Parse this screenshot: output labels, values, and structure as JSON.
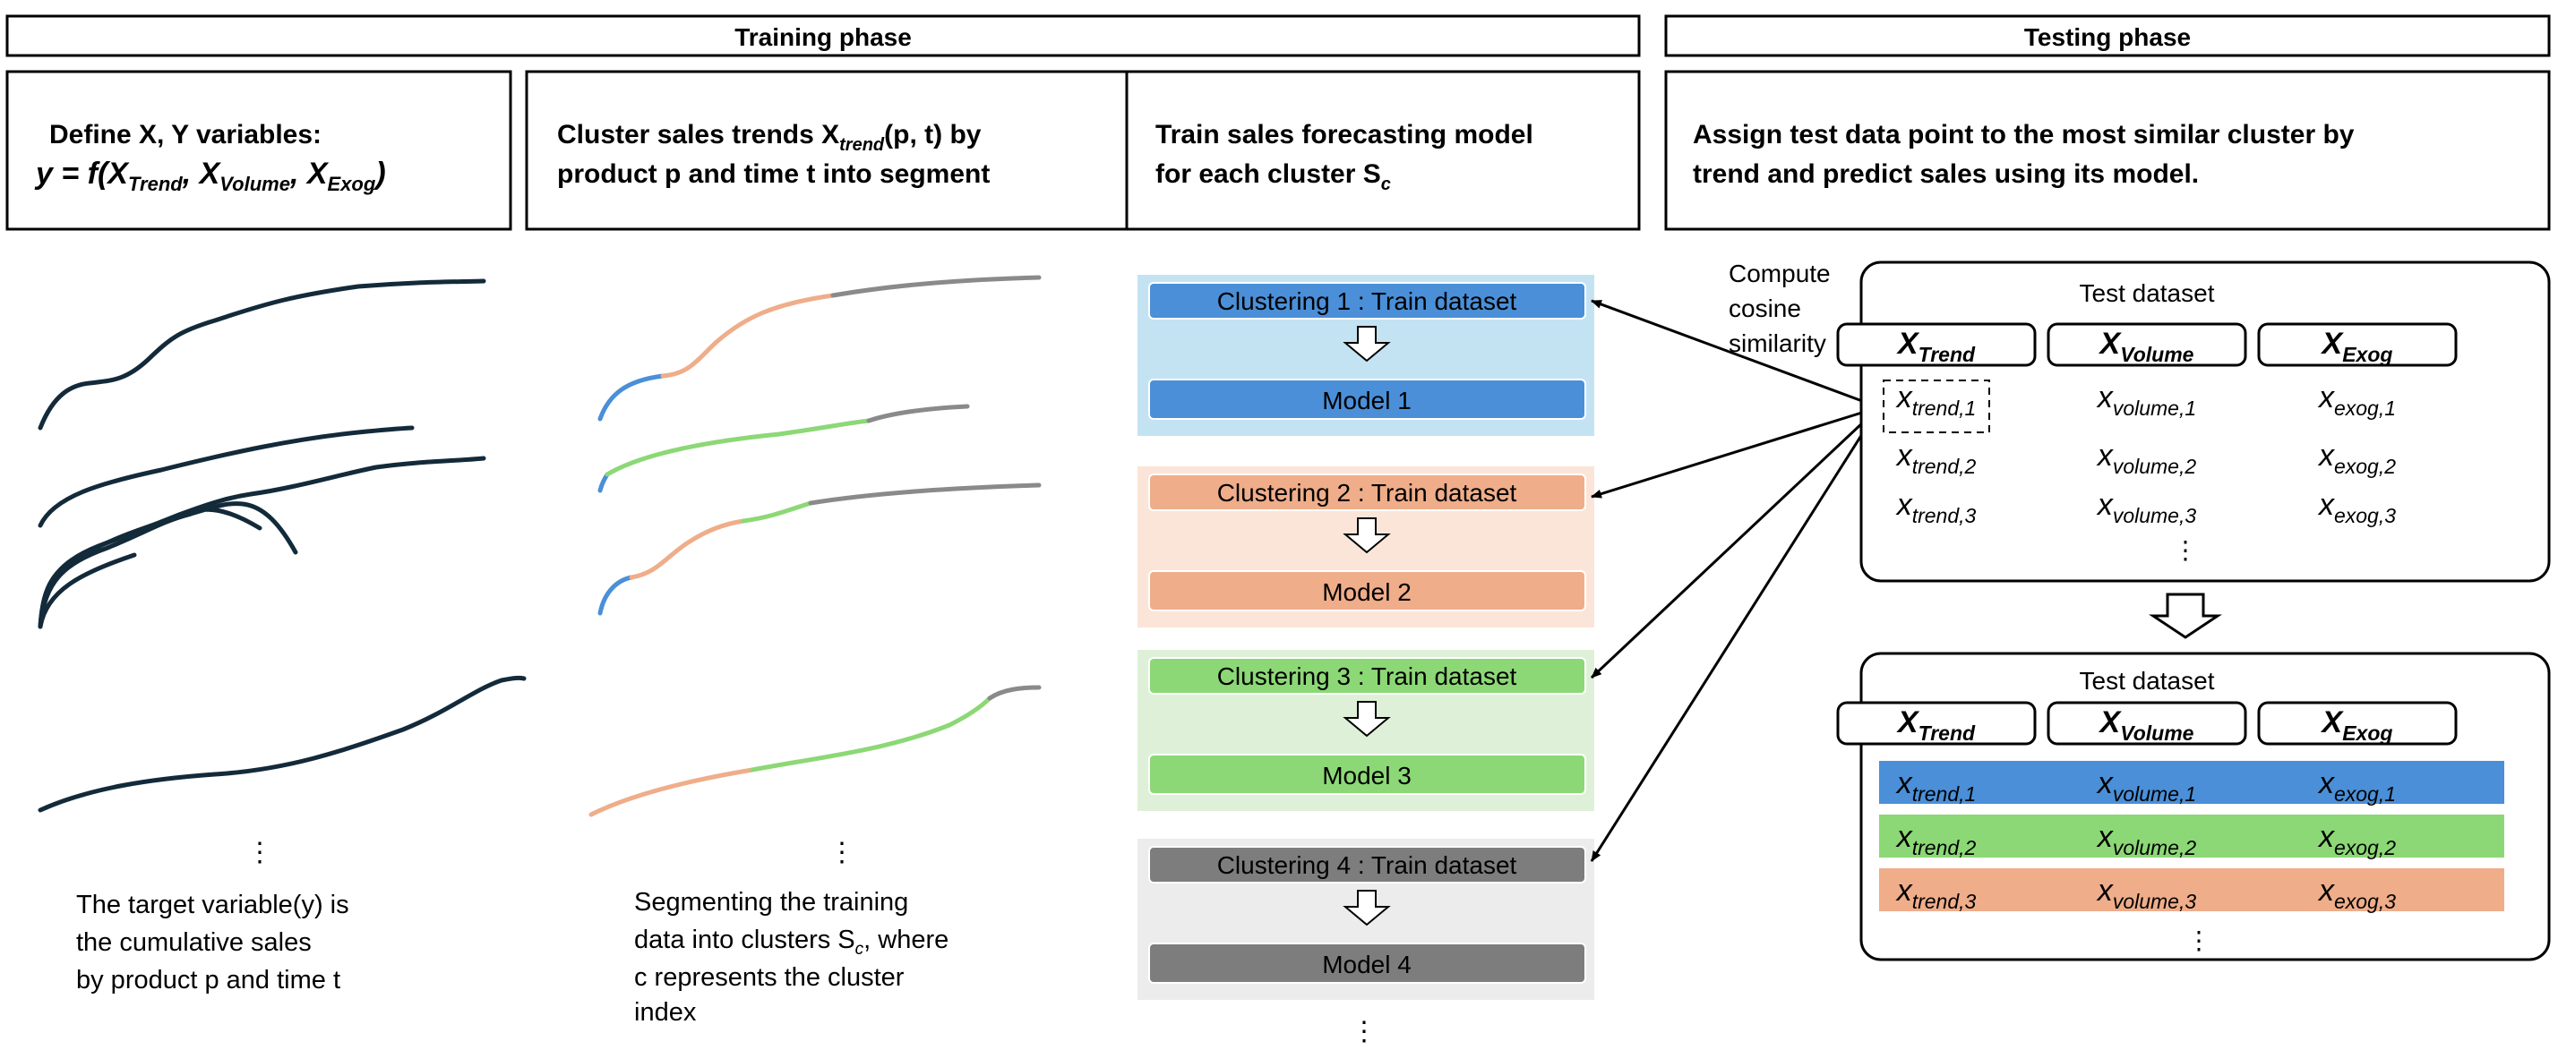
{
  "phases": {
    "training": "Training phase",
    "testing": "Testing phase"
  },
  "headers": {
    "define": {
      "line1": "Define X, Y variables:",
      "line2": "y = f(X",
      "sub1": "Trend",
      "comma1": ", X",
      "sub2": "Volume",
      "comma2": ", X",
      "sub3": "Exog",
      "close": ")"
    },
    "cluster": {
      "line1a": "Cluster sales trends X",
      "line1sub": "trend",
      "line1b": "(p, t) by",
      "line2": "product p and time t into segment"
    },
    "train": {
      "line1": "Train sales forecasting model",
      "line2a": "for each cluster S",
      "line2sub": "c"
    },
    "assign": {
      "line1": "Assign test data point to the most similar cluster by",
      "line2": "trend and predict sales using its model."
    }
  },
  "captions": {
    "target": [
      "The target variable(y) is",
      "the cumulative sales",
      "by product p and time t"
    ],
    "segment": [
      "Segmenting the training",
      "data into clusters S",
      "c",
      ", where",
      "c represents the cluster",
      "index"
    ]
  },
  "ellipsis": "⋮",
  "clusters": [
    {
      "label": "Clustering 1 : Train dataset",
      "model": "Model 1",
      "color": "#4a8fd8",
      "bg": "#c3e3f3"
    },
    {
      "label": "Clustering 2 : Train dataset",
      "model": "Model 2",
      "color": "#efad8a",
      "bg": "#fbe5d8"
    },
    {
      "label": "Clustering 3 : Train dataset",
      "model": "Model 3",
      "color": "#8cd876",
      "bg": "#def1d8"
    },
    {
      "label": "Clustering 4 : Train dataset",
      "model": "Model 4",
      "color": "#7d7d7d",
      "bg": "#ececec"
    }
  ],
  "similarity": [
    "Compute",
    "cosine",
    "similarity"
  ],
  "test_dataset": {
    "title": "Test dataset",
    "columns": [
      {
        "main": "X",
        "sub": "Trend"
      },
      {
        "main": "X",
        "sub": "Volume"
      },
      {
        "main": "X",
        "sub": "Exog"
      }
    ],
    "rows": [
      [
        {
          "main": "x",
          "sub": "trend,1"
        },
        {
          "main": "x",
          "sub": "volume,1"
        },
        {
          "main": "x",
          "sub": "exog,1"
        }
      ],
      [
        {
          "main": "x",
          "sub": "trend,2"
        },
        {
          "main": "x",
          "sub": "volume,2"
        },
        {
          "main": "x",
          "sub": "exog,2"
        }
      ],
      [
        {
          "main": "x",
          "sub": "trend,3"
        },
        {
          "main": "x",
          "sub": "volume,3"
        },
        {
          "main": "x",
          "sub": "exog,3"
        }
      ]
    ],
    "row_colors": [
      "#4a8fd8",
      "#8cd876",
      "#efad8a"
    ]
  }
}
